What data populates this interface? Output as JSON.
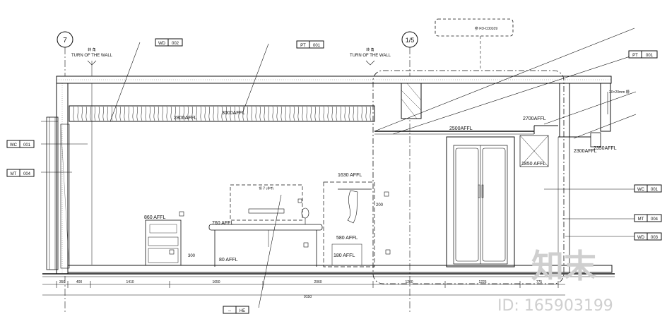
{
  "grid": {
    "left_axis": "7",
    "right_axis": "1/5"
  },
  "top_notes": {
    "turn_left": "TURN OF THE WALL",
    "turn_right": "TURN OF THE WALL",
    "box_code": "参 FD-C00109"
  },
  "tags": {
    "wd_top": {
      "a": "WD",
      "b": "002"
    },
    "pt_mid": {
      "a": "PT",
      "b": "001"
    },
    "pt_right": {
      "a": "PT",
      "b": "001"
    },
    "wc_left": {
      "a": "WC",
      "b": "001"
    },
    "mt_left": {
      "a": "MT",
      "b": "004"
    },
    "wc_right": {
      "a": "WC",
      "b": "001"
    },
    "mt_right": {
      "a": "MT",
      "b": "004"
    },
    "wd_right": {
      "a": "WD",
      "b": "003"
    },
    "he_bottom": {
      "a": "--",
      "b": "HE"
    }
  },
  "right_notes": {
    "section": "20×20mm 槽"
  },
  "levels": {
    "l2800": "2800AFFL",
    "l3000": "3000AFFL",
    "l2700": "2700AFFL",
    "l2500": "2500AFFL",
    "l2300": "2300AFFL",
    "l2350": "2350AFFL",
    "l1850": "1850 AFFL",
    "l1630": "1630 AFFL",
    "l860": "860 AFFL",
    "l760": "760 AFFL",
    "l580": "580 AFFL",
    "l180": "180 AFFL",
    "l80": "80 AFFL",
    "l200": "200",
    "l300": "300"
  },
  "dimensions": [
    "350",
    "400",
    "1410",
    "1650",
    "2060",
    "1200",
    "1225",
    "775"
  ],
  "total_dimension": "9150",
  "watermark": {
    "logo": "知末",
    "id": "ID: 165903199"
  }
}
